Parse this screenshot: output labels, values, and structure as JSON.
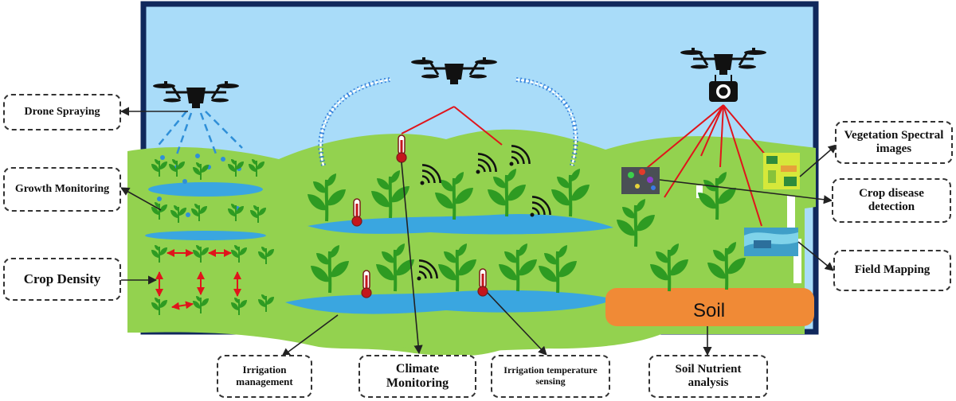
{
  "labels": {
    "drone_spraying": "Drone Spraying",
    "growth_monitoring": "Growth Monitoring",
    "crop_density": "Crop Density",
    "irrigation_management": "Irrigation management",
    "climate_monitoring": "Climate Monitoring",
    "irrigation_temperature_sensing": "Irrigation temperature sensing",
    "soil_nutrient_analysis": "Soil Nutrient analysis",
    "vegetation_spectral_images": "Vegetation Spectral images",
    "crop_disease_detection": "Crop disease detection",
    "field_mapping": "Field Mapping",
    "soil": "Soil"
  },
  "colors": {
    "sky": "#a9dcf9",
    "frame": "#10285c",
    "grass": "#93d24f",
    "water": "#3aa6e0",
    "plant": "#2e9b22",
    "soil": "#f08a36",
    "signal_line": "#e0141b",
    "drone": "#111111"
  }
}
